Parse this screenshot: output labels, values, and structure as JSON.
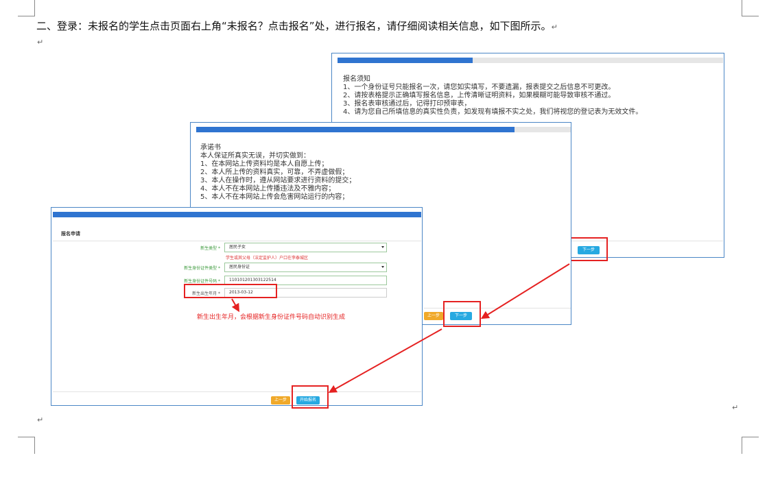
{
  "heading": {
    "text": "二、登录：未报名的学生点击页面右上角“未报名？点击报名”处，进行报名，请仔细阅读相关信息，如下图所示。",
    "return_mark": "↵"
  },
  "panel_notice": {
    "title": "报名须知",
    "lines": [
      "1、一个身份证号只能报名一次，请您如实填写，不要遗漏，报表提交之后信息不可更改。",
      "2、请按表格提示正确填写报名信息，上传清晰证明资料，如果模糊可能导致审核不通过。",
      "3、报名表审核通过后，记得打印预审表，",
      "4、请为您自己所填信息的真实性负责，如发现有填报不实之处，我们将视您的登记表为无效文件。"
    ],
    "progress": 0.35,
    "next_button": "下一步"
  },
  "panel_commitment": {
    "title": "承诺书",
    "lines": [
      "本人保证所真实无误，并切实做到：",
      "1、在本网站上传资料均是本人自愿上传；",
      "2、本人所上传的资料真实，可靠，不弄虚做假；",
      "3、本人在操作时，遵从网站要求进行资料的提交；",
      "4、本人不在本网站上传播违法及不雅内容；",
      "5、本人不在本网站上传会危害网站运行的内容；"
    ],
    "progress": 0.85,
    "prev_button": "上一步",
    "next_button": "下一步"
  },
  "panel_form": {
    "title": "报名申请",
    "fields": [
      {
        "label": "新生类型 *",
        "value": "居民子女",
        "hint": "学生或其父母（法定监护人）户口在李泰城区"
      },
      {
        "label": "新生身份证件类型 *",
        "value": "居民身份证"
      },
      {
        "label": "新生身份证件号码 *",
        "value": "110101201303122514"
      },
      {
        "label": "新生出生年月 *",
        "value": "2013-03-12"
      }
    ],
    "callout": "新生出生年月，会根据新生身份证件号码自动识别生成",
    "prev_button": "上一步",
    "start_button": "开始报名",
    "progress": 1.0
  },
  "colors": {
    "accent_blue": "#2f74d0",
    "button_blue": "#27a9e1",
    "button_orange": "#f0a92a",
    "highlight_red": "#e52121"
  }
}
